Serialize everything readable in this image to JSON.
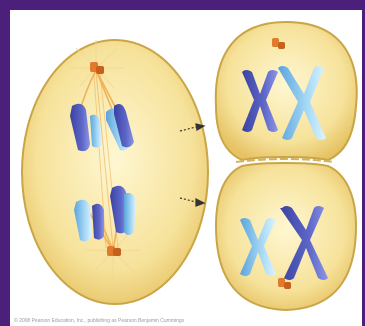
{
  "frame": {
    "background": "#4b1f7a",
    "panel": "#ffffff"
  },
  "colors": {
    "cell_fill": "#f3dd88",
    "cell_edge": "#c9a545",
    "membrane": "#e8c86a",
    "centrosome": "#e07a2c",
    "spindle": "#f0b25a",
    "chromatid_dark": "#4f57b5",
    "chromatid_light": "#8fc7ef",
    "arrow": "#333333"
  },
  "figure": {
    "icons": [
      "dividing-cell",
      "daughter-cell-top",
      "daughter-cell-bottom",
      "arrow-icon",
      "centrosome-icon",
      "chromosome-icon"
    ]
  },
  "credit": "© 2008 Pearson Education, Inc., publishing as Pearson Benjamin Cummings"
}
